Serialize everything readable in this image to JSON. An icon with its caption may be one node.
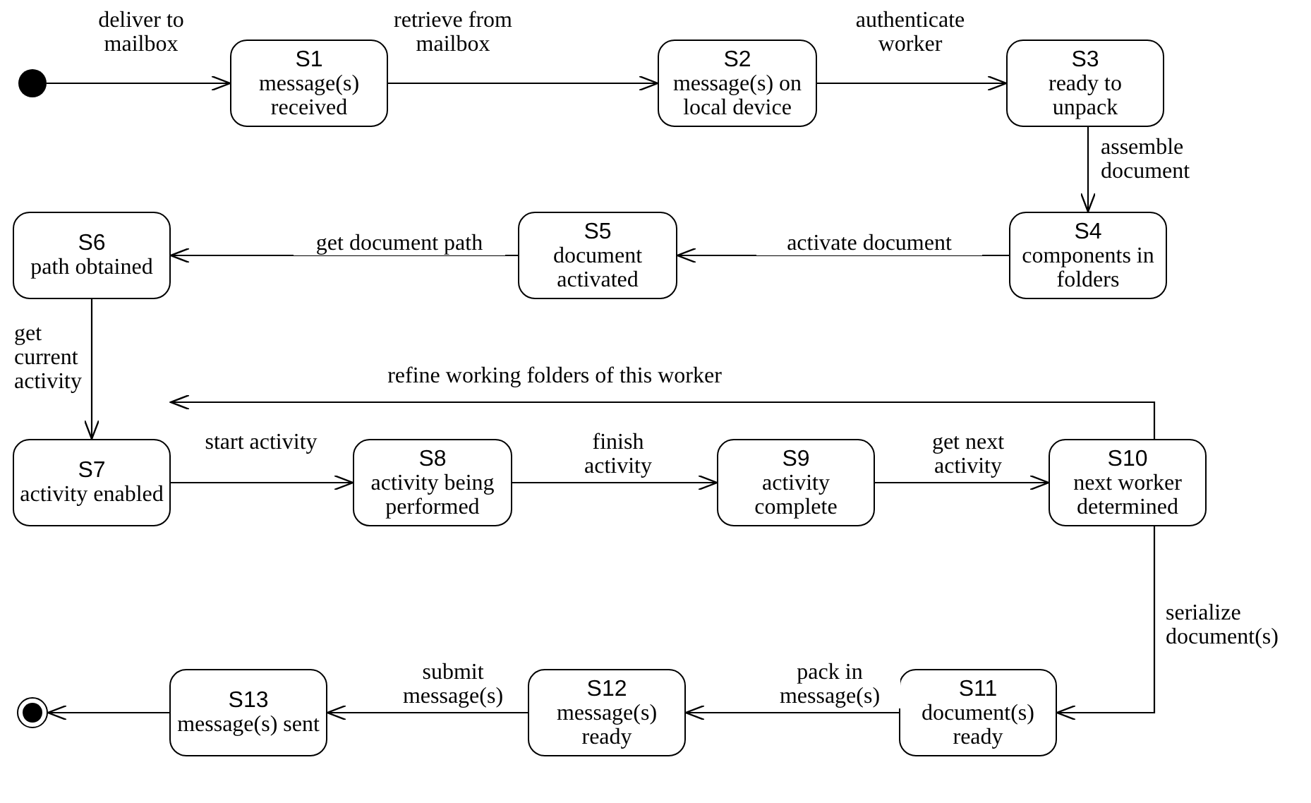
{
  "diagram": {
    "nodes": [
      {
        "text": [],
        "shape": "circle"
      },
      {
        "text": [
          "S1",
          "message(s) received"
        ]
      },
      {
        "text": [
          "S2",
          "message(s) on local device"
        ]
      },
      {
        "text": [
          "S3",
          "ready to unpack"
        ]
      },
      {
        "text": [
          "S4",
          "components in folders"
        ]
      },
      {
        "text": [
          "S5",
          "document activated"
        ]
      },
      {
        "text": [
          "S6",
          "path obtained"
        ]
      },
      {
        "text": [
          "S7",
          "activity enabled"
        ]
      },
      {
        "text": [
          "S8",
          "activity being performed"
        ]
      },
      {
        "text": [
          "S9",
          "activity complete"
        ]
      },
      {
        "text": [
          "S10",
          "next worker determined"
        ]
      },
      {
        "text": [
          "S11",
          "document(s) ready"
        ]
      },
      {
        "text": [
          "S12",
          "message(s) ready"
        ]
      },
      {
        "text": [
          "S13",
          "message(s) sent"
        ]
      },
      {
        "text": [],
        "shape": "circle"
      }
    ],
    "edges": [
      {
        "from": 0,
        "to": 1,
        "arrow": "to",
        "label": "deliver to mailbox"
      },
      {
        "from": 1,
        "to": 2,
        "arrow": "to",
        "label": "retrieve from mailbox"
      },
      {
        "from": 2,
        "to": 3,
        "arrow": "to",
        "label": "authenticate worker"
      },
      {
        "from": 3,
        "to": 4,
        "arrow": "to",
        "label": "assemble document"
      },
      {
        "from": 4,
        "to": 5,
        "arrow": "to",
        "label": "activate document"
      },
      {
        "from": 5,
        "to": 6,
        "arrow": "to",
        "label": "get document path"
      },
      {
        "from": 6,
        "to": 7,
        "arrow": "to",
        "label": "get current activity"
      },
      {
        "from": 7,
        "to": 8,
        "arrow": "to",
        "label": "start activity"
      },
      {
        "from": 8,
        "to": 9,
        "arrow": "to",
        "label": "finish activity"
      },
      {
        "from": 9,
        "to": 10,
        "arrow": "to",
        "label": "get next activity"
      },
      {
        "from": 10,
        "to": 7,
        "arrow": "to",
        "label": "refine working folders of this worker"
      },
      {
        "from": 10,
        "to": 11,
        "arrow": "to",
        "label": "serialize document(s)"
      },
      {
        "from": 11,
        "to": 12,
        "arrow": "to",
        "label": "pack in message(s)"
      },
      {
        "from": 12,
        "to": 13,
        "arrow": "to",
        "label": "submit message(s)"
      },
      {
        "from": 13,
        "to": 14,
        "arrow": "to"
      }
    ]
  }
}
